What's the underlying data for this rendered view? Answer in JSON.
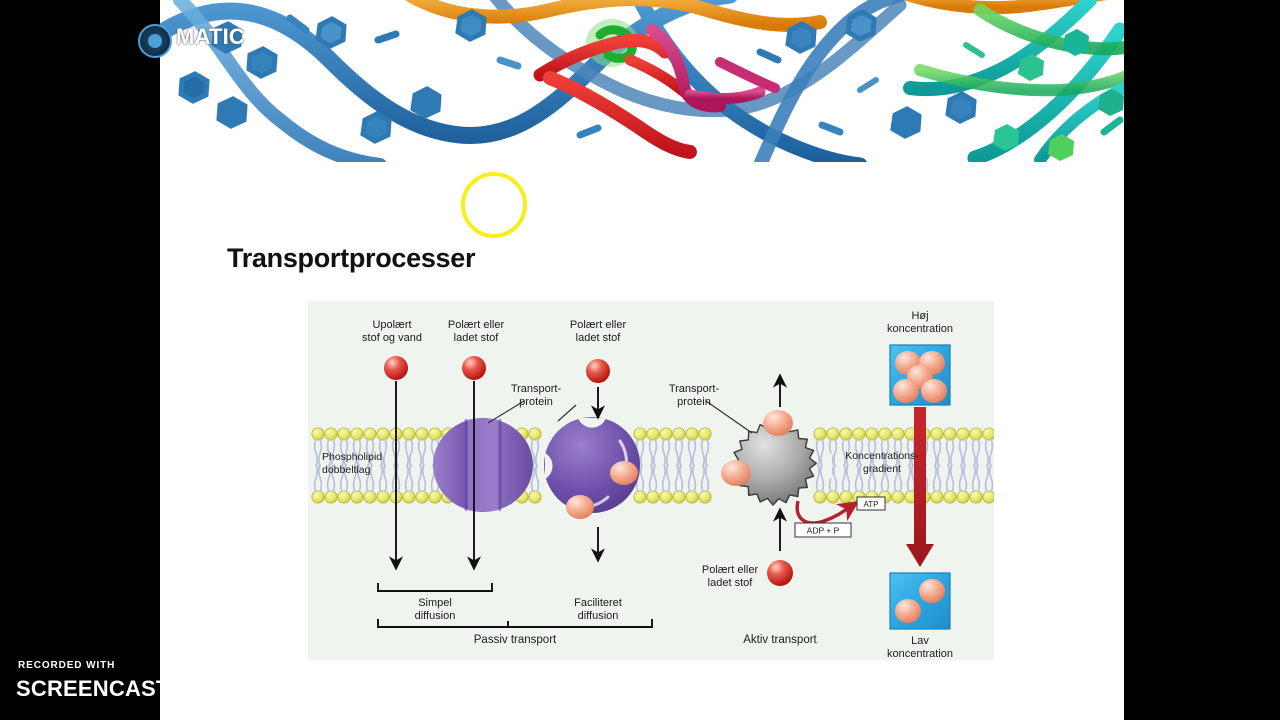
{
  "app": {
    "kind": "screencast-video-slide",
    "background_color": "#000000",
    "slide_background": "#ffffff"
  },
  "slide": {
    "title": "Transportprocesser",
    "ink_annotation": {
      "shape": "circle",
      "color": "#f5ef1b"
    },
    "top_image": {
      "caption": "molecular-ribbon-structure",
      "colors": [
        "#1f6cb0",
        "#2e86c8",
        "#e8900f",
        "#cf2030",
        "#c62a6e",
        "#12b0a0",
        "#17c08a",
        "#6ad04a"
      ]
    }
  },
  "figure": {
    "name": "transport-across-membrane-diagram",
    "background": "#f0f4ef",
    "labels": {
      "unpolar": "Upolært\nstof og vand",
      "polar_left": "Polært eller\nladet stof",
      "polar_mid": "Polært eller\nladet stof",
      "polar_bottom": "Polært eller\nladet stof",
      "transport_protein_1": "Transport-\nprotein",
      "transport_protein_2": "Transport-\nprotein",
      "bilayer": "Phospholipid\ndobbeltlag",
      "high_conc": "Høj\nkoncentration",
      "low_conc": "Lav\nkoncentration",
      "gradient": "Koncentrations-\ngradient",
      "simple_diffusion": "Simpel\ndiffusion",
      "facilitated_diffusion": "Faciliteret\ndiffusion",
      "passive_transport": "Passiv transport",
      "active_transport": "Aktiv transport",
      "adp": "ADP + P",
      "atp": "ATP"
    },
    "label_lines": {
      "unpolar": [
        "Upolært",
        "stof og vand"
      ],
      "polar_left": [
        "Polært eller",
        "ladet stof"
      ],
      "polar_mid": [
        "Polært eller",
        "ladet stof"
      ],
      "polar_bottom": [
        "Polært eller",
        "ladet stof"
      ],
      "transport_protein_1": [
        "Transport-",
        "protein"
      ],
      "transport_protein_2": [
        "Transport-",
        "protein"
      ],
      "bilayer": [
        "Phospholipid",
        "dobbeltlag"
      ],
      "high_conc": [
        "Høj",
        "koncentration"
      ],
      "low_conc": [
        "Lav",
        "koncentration"
      ],
      "gradient": [
        "Koncentrations-",
        "gradient"
      ],
      "simple_diffusion": [
        "Simpel",
        "diffusion"
      ],
      "facilitated_diffusion": [
        "Faciliteret",
        "diffusion"
      ]
    },
    "colors": {
      "membrane_head": "#e8e86a",
      "membrane_tail": "#b9c0dd",
      "channel_protein": "#7d5fb5",
      "carrier_protein": "#6f51ab",
      "pump_protein": "#9b9b9b",
      "solute_red": "#d8312a",
      "solute_salmon": "#f2a58c",
      "gradient_arrow": "#b5202a",
      "conc_box": "#2fa8e0"
    }
  },
  "watermark": {
    "recorded_with": "RECORDED WITH",
    "brand_left": "SCREENCAST",
    "brand_right": "MATIC",
    "logo_name": "screencast-o-matic-logo",
    "logo_color": "#4da0d8"
  }
}
